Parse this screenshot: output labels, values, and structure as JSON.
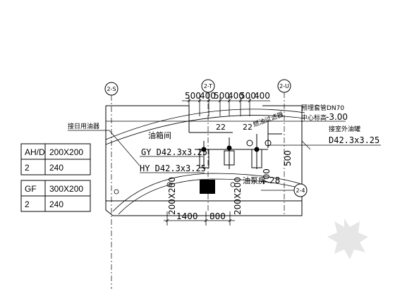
{
  "axis_markers": {
    "left": "2-S",
    "mid_top": "2-T",
    "right_top": "2-U",
    "right_side": "2-4"
  },
  "top_dimensions": [
    "500",
    "400",
    "500",
    "400",
    "500",
    "400"
  ],
  "bottom_dimensions": [
    "1400",
    "800"
  ],
  "vertical_dimensions": {
    "left_200": "200X200",
    "mid_200": "200X200",
    "right_700": "700",
    "right_500": "500",
    "right_28": "28"
  },
  "labels": {
    "oil_tank_room": "油箱间",
    "oil_pump_room": "油泵房",
    "vent_label": "接日用油器",
    "filter_label": "燃油过滤器",
    "vent_pipe_label": "预埋套管DN70",
    "center_elev_label": "中心标高",
    "center_elev_value": "-3.00",
    "outdoor_tank_label": "接室外油罐",
    "gy_pipe": "GY D42.3x3.25",
    "hy_pipe": "HY D42.3x3.25",
    "dn_pipe": "D42.3x3.25",
    "num_22_a": "22",
    "num_22_b": "22"
  },
  "tables": [
    {
      "name": "AH/D",
      "size": "200X200",
      "qty": "2",
      "val": "240"
    },
    {
      "name": "GF",
      "size": "300X200",
      "qty": "2",
      "val": "240"
    }
  ],
  "colors": {
    "line": "#000000",
    "solid": "#000000",
    "watermark": "#e6e6e6"
  }
}
